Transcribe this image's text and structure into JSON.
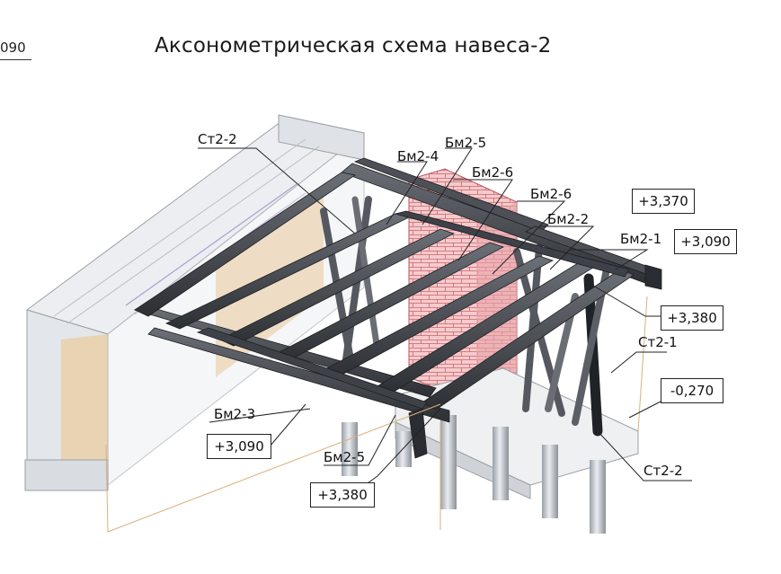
{
  "title": "Аксонометрическая схема навеса-2",
  "sheet_ref": "090",
  "member_labels": {
    "st2_2_top": "Ст2-2",
    "bm2_4": "Бм2-4",
    "bm2_5_top": "Бм2-5",
    "bm2_6_a": "Бм2-6",
    "bm2_6_b": "Бм2-6",
    "bm2_2": "Бм2-2",
    "bm2_1": "Бм2-1",
    "st2_1": "Ст2-1",
    "bm2_3": "Бм2-3",
    "bm2_5_bottom": "Бм2-5",
    "st2_2_bottom": "Ст2-2"
  },
  "elevations": {
    "e1": "+3,370",
    "e2": "+3,090",
    "e3": "+3,380",
    "e4": "-0,270",
    "e5": "+3,090",
    "e6": "+3,380"
  },
  "colors": {
    "steel": "#3a3d42",
    "steel_light": "#6c7077",
    "brick": "#c9525a",
    "glass": "#d9dde3",
    "wood": "#e7c99a",
    "concrete": "#c8ccd1",
    "leader": "#222222",
    "guide": "#d8b27a"
  }
}
